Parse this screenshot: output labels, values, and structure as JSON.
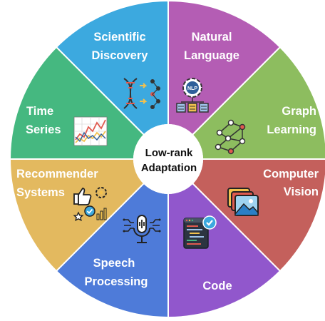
{
  "center": {
    "line1": "Low-rank",
    "line2": "Adaptation"
  },
  "segments": [
    {
      "id": "scientific-discovery",
      "line1": "Scientific",
      "line2": "Discovery",
      "color": "#3ca9df",
      "icon": "dna-icon"
    },
    {
      "id": "natural-language",
      "line1": "Natural",
      "line2": "Language",
      "color": "#b45db4",
      "icon": "nlp-gear-icon"
    },
    {
      "id": "graph-learning",
      "line1": "Graph",
      "line2": "Learning",
      "color": "#8dbd5f",
      "icon": "graph-network-icon"
    },
    {
      "id": "computer-vision",
      "line1": "Computer",
      "line2": "Vision",
      "color": "#c4605c",
      "icon": "image-gallery-icon"
    },
    {
      "id": "code",
      "line1": "Code",
      "line2": "",
      "color": "#9157cc",
      "icon": "code-editor-icon"
    },
    {
      "id": "speech-processing",
      "line1": "Speech",
      "line2": "Processing",
      "color": "#4e7bd9",
      "icon": "microphone-waveform-icon"
    },
    {
      "id": "recommender-systems",
      "line1": "Recommender",
      "line2": "Systems",
      "color": "#e3b95f",
      "icon": "thumbs-up-rating-icon"
    },
    {
      "id": "time-series",
      "line1": "Time",
      "line2": "Series",
      "color": "#45b880",
      "icon": "line-chart-icon"
    }
  ]
}
